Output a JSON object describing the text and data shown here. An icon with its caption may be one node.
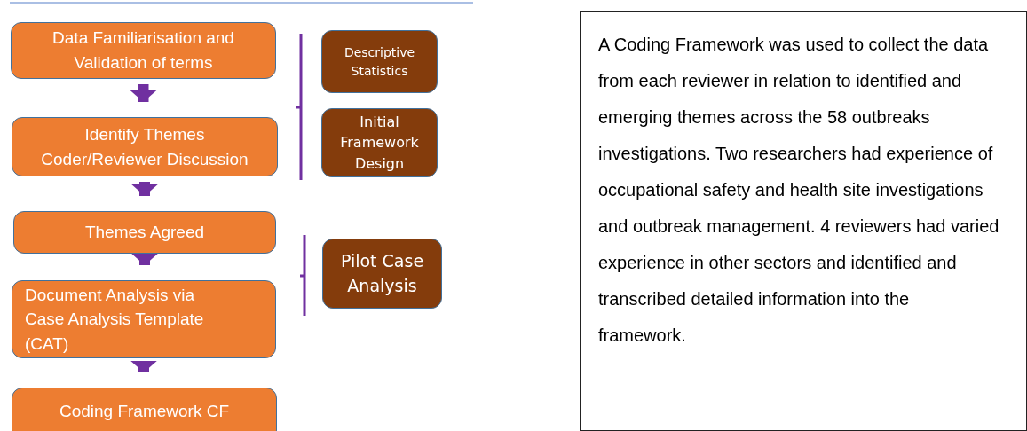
{
  "diagram": {
    "nodes": [
      {
        "text": [
          "Data Familiarisation and Validation of terms"
        ]
      },
      {
        "text": [
          "Identify Themes Coder/Reviewer Discussion"
        ]
      },
      {
        "text": [
          "Themes Agreed"
        ]
      },
      {
        "text": [
          "Document Analysis via Case Analysis Template (CAT)"
        ]
      },
      {
        "text": [
          "Coding Framework CF"
        ]
      },
      {
        "text": [
          "Descriptive Statistics"
        ]
      },
      {
        "text": [
          "Initial Framework Design"
        ]
      },
      {
        "text": [
          "Pilot Case Analysis"
        ]
      },
      {
        "text": [
          "A Coding Framework was used to collect the data from each reviewer in relation to identified and emerging themes across the 58 outbreaks investigations. Two researchers had experience of occupational safety and health site investigations and outbreak management. 4 reviewers had varied experience in other sectors and identified and transcribed detailed information into the framework."
        ]
      }
    ],
    "edges": [
      {
        "from": 0,
        "to": 1,
        "arrow": "to"
      },
      {
        "from": 1,
        "to": 2,
        "arrow": "to"
      },
      {
        "from": 2,
        "to": 3,
        "arrow": "to"
      },
      {
        "from": 3,
        "to": 4,
        "arrow": "to"
      }
    ]
  }
}
